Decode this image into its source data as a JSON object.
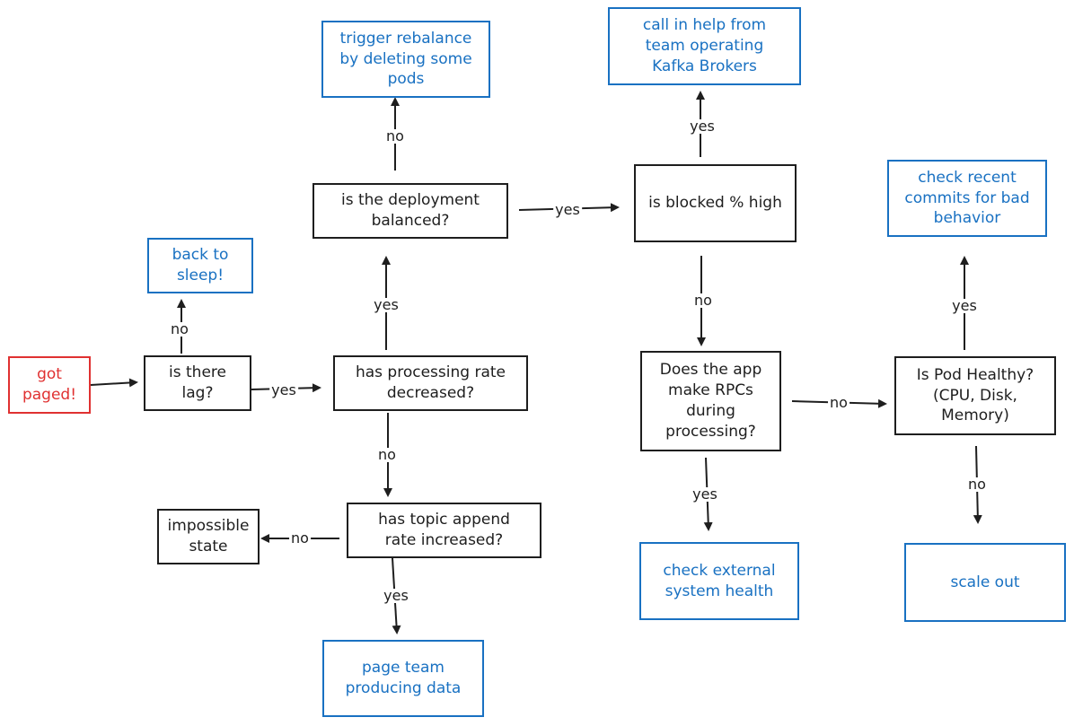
{
  "colors": {
    "ink": "#1e1e1e",
    "outcome": "#1971c2",
    "start": "#e03131"
  },
  "nodes": {
    "got_paged": "got\npaged!",
    "is_there_lag": "is there\nlag?",
    "back_to_sleep": "back to\nsleep!",
    "processing_rate": "has processing rate\ndecreased?",
    "deployment_balanced": "is the deployment\nbalanced?",
    "trigger_rebalance": "trigger rebalance\nby deleting some\npods",
    "topic_append": "has topic append\nrate increased?",
    "impossible_state": "impossible\nstate",
    "page_team": "page team\nproducing data",
    "blocked_high": "is blocked % high",
    "call_help": "call in help from\nteam operating\nKafka Brokers",
    "rpcs": "Does the app\nmake RPCs\nduring\nprocessing?",
    "check_external": "check external\nsystem health",
    "pod_healthy": "Is Pod Healthy?\n(CPU, Disk,\nMemory)",
    "check_commits": "check recent\ncommits for bad\nbehavior",
    "scale_out": "scale out"
  },
  "edges": {
    "lag_no": "no",
    "lag_yes": "yes",
    "rate_yes": "yes",
    "rate_no": "no",
    "balanced_no": "no",
    "balanced_yes": "yes",
    "append_no": "no",
    "append_yes": "yes",
    "blocked_yes": "yes",
    "blocked_no": "no",
    "rpc_yes": "yes",
    "rpc_no": "no",
    "pod_yes": "yes",
    "pod_no": "no"
  }
}
